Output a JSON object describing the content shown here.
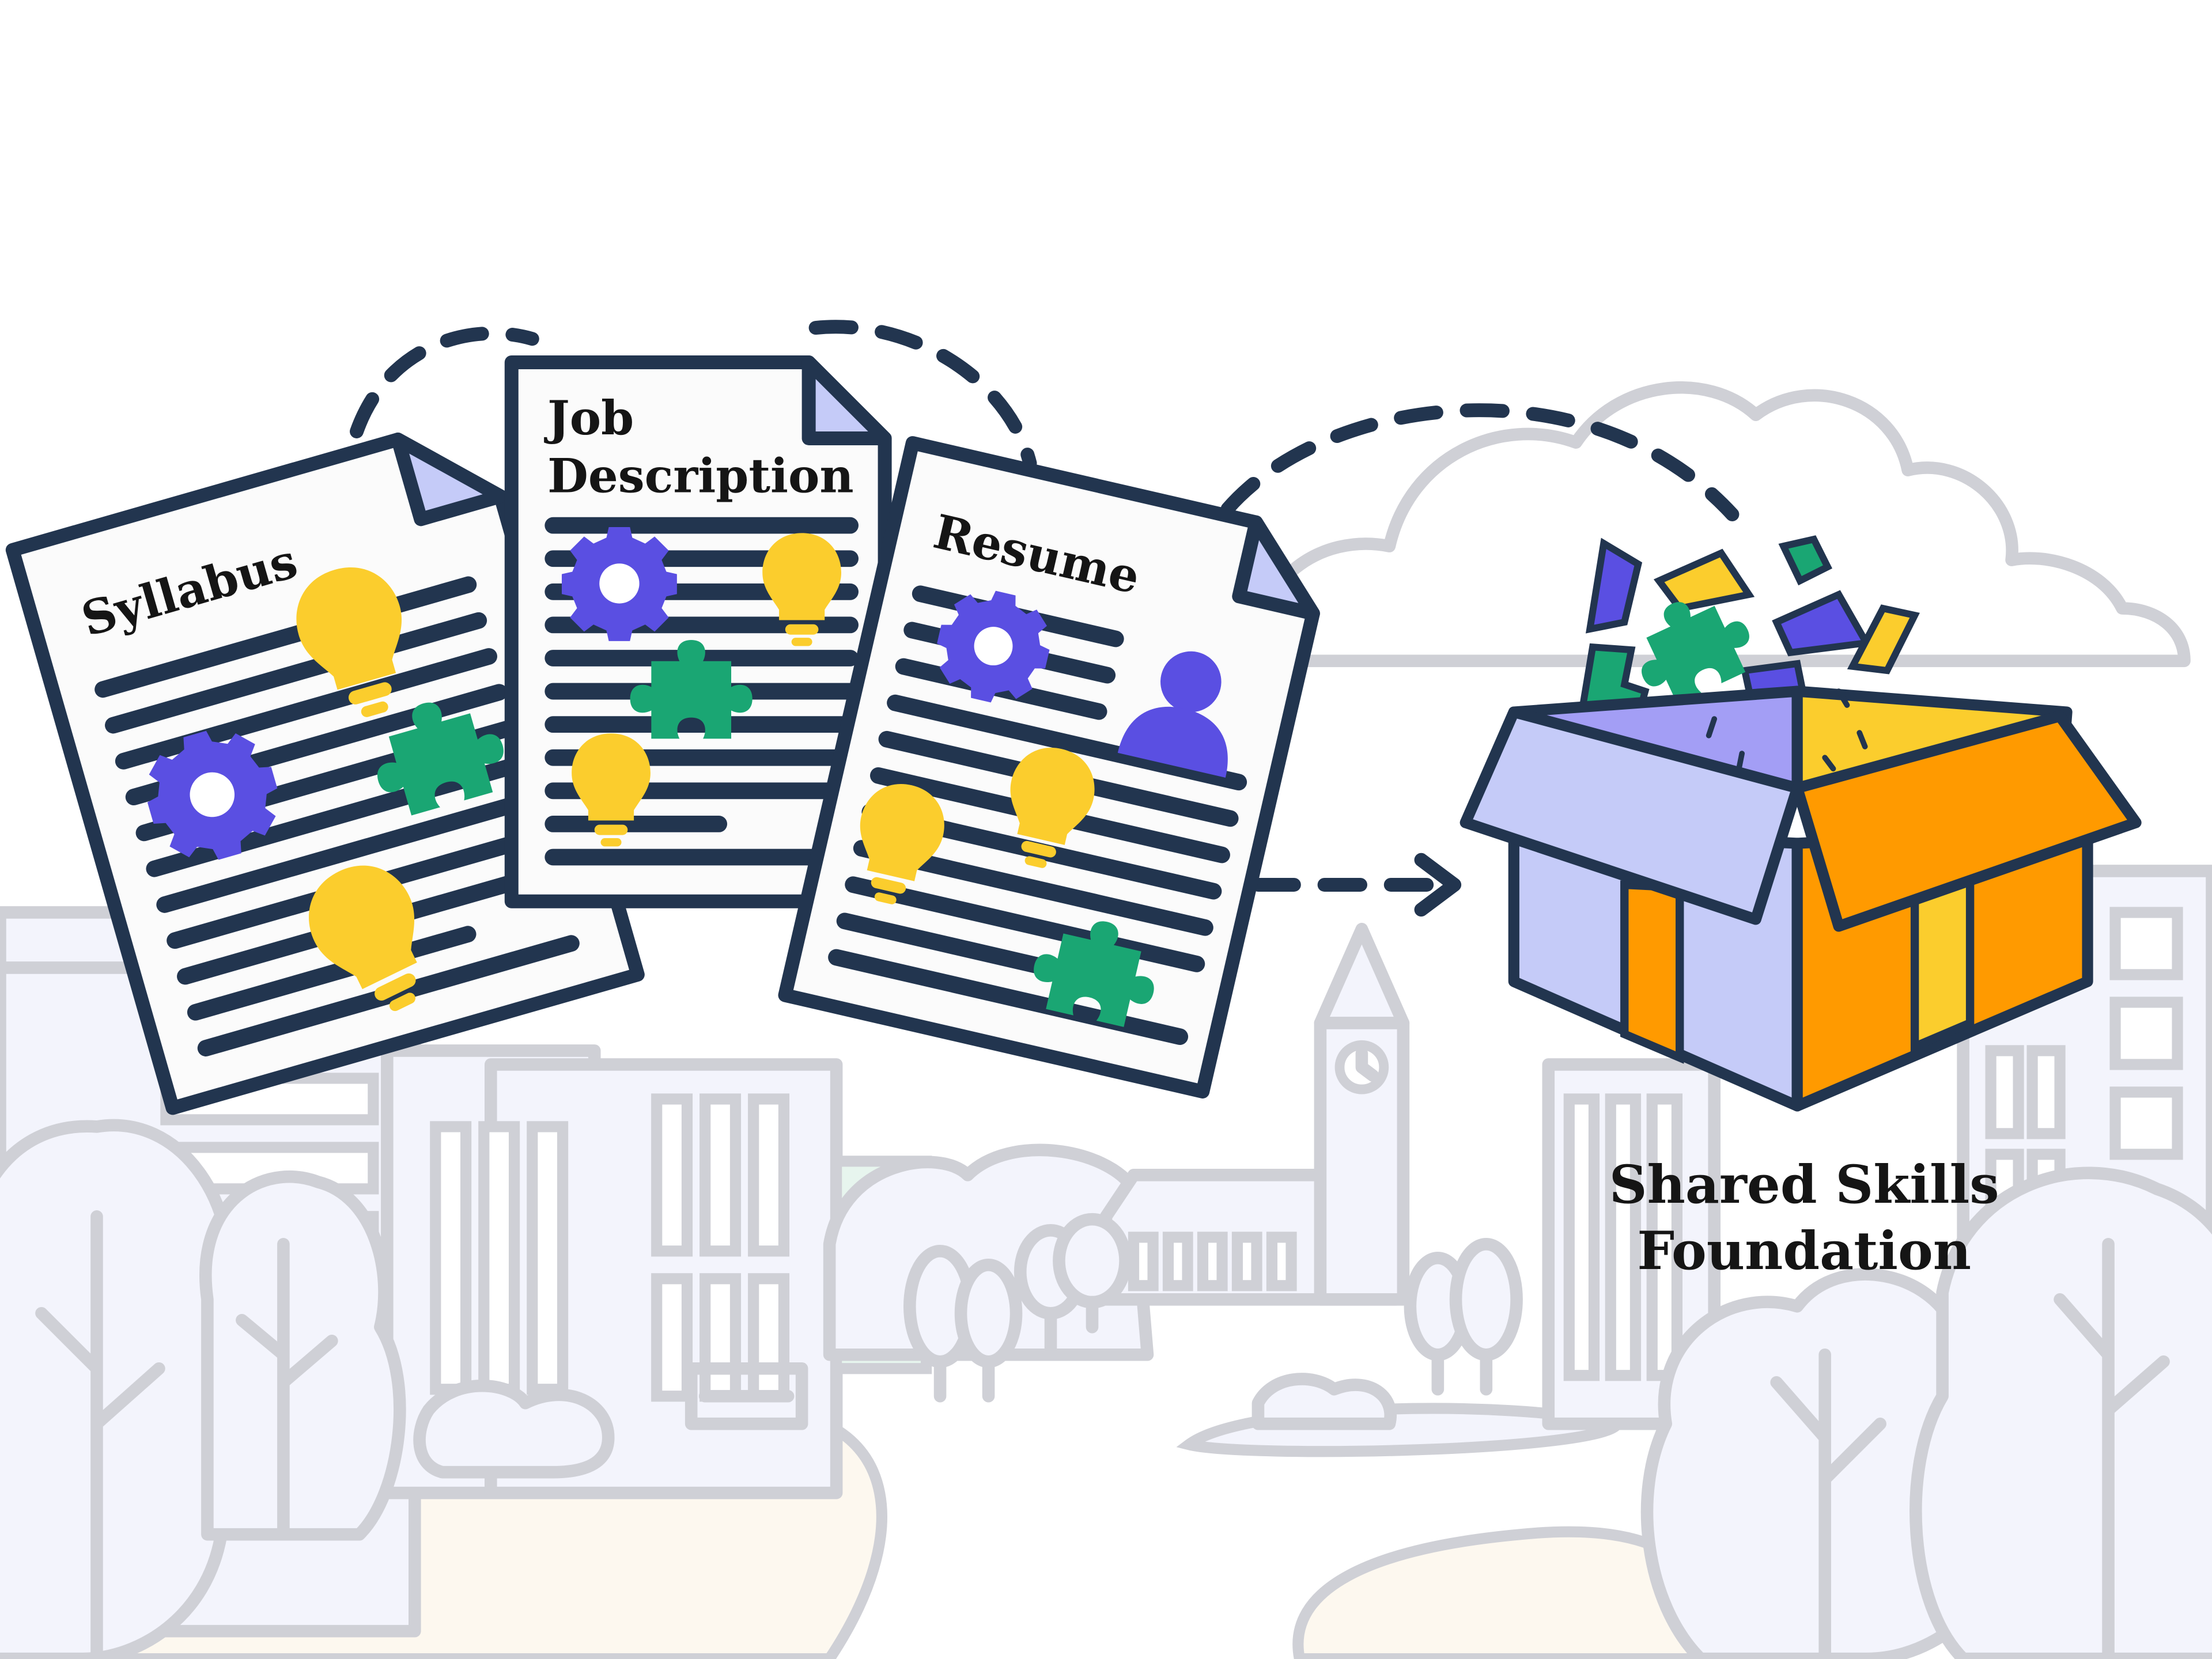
{
  "documents": [
    {
      "key": "syllabus",
      "title_lines": [
        "Syllabus"
      ]
    },
    {
      "key": "job",
      "title_lines": [
        "Job",
        "Description"
      ]
    },
    {
      "key": "resume",
      "title_lines": [
        "Resume"
      ]
    }
  ],
  "destination": {
    "title_lines": [
      "Shared Skills",
      "Foundation"
    ]
  },
  "icons": {
    "skill_icons": [
      "gear-icon",
      "lightbulb-icon",
      "puzzle-piece-icon",
      "person-icon"
    ],
    "flow": [
      "dashed-arc-connector",
      "dashed-arrow"
    ],
    "container": "open-box-icon"
  },
  "colors": {
    "ink": "#22354f",
    "gear": "#5a4fe2",
    "bulb": "#fbcd2d",
    "puzzle": "#1aa673",
    "person": "#5a4fe2",
    "box_left": "#c5cbf8",
    "box_right": "#ff9a00",
    "background_lines": "#cfd0d6",
    "background_fill": "#f3f4fc",
    "path": "#fdf8ef"
  }
}
